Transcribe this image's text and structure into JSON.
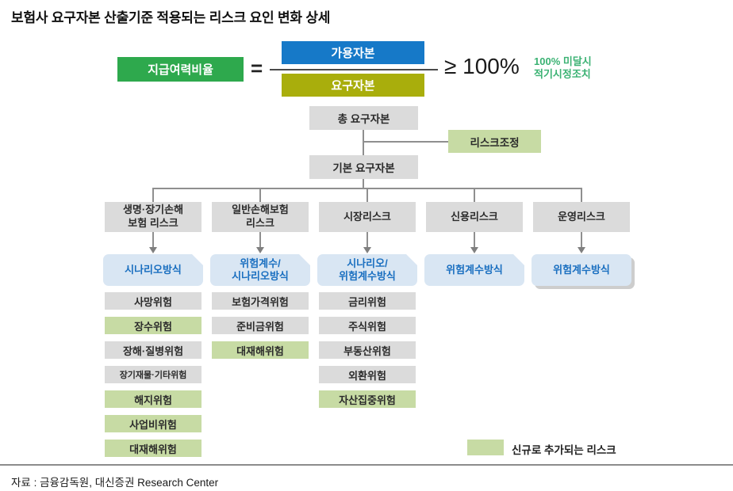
{
  "title": "보험사 요구자본 산출기준 적용되는 리스크 요인 변화 상세",
  "formula": {
    "solvency_ratio": "지급여력비율",
    "equals": "=",
    "numerator": "가용자본",
    "denominator": "요구자본",
    "threshold": "≥ 100%",
    "note_line1": "100% 미달시",
    "note_line2": "적기시정조치"
  },
  "tree": {
    "total_required": "총 요구자본",
    "risk_adjustment": "리스크조정",
    "basic_required": "기본 요구자본",
    "branches": [
      {
        "label_line1": "생명·장기손해",
        "label_line2": "보험 리스크",
        "method_line1": "시나리오방식",
        "items": [
          {
            "label": "사망위험",
            "new": false
          },
          {
            "label": "장수위험",
            "new": true
          },
          {
            "label": "장해·질병위험",
            "new": false
          },
          {
            "label": "장기재물·기타위험",
            "new": false
          },
          {
            "label": "해지위험",
            "new": true
          },
          {
            "label": "사업비위험",
            "new": true
          },
          {
            "label": "대재해위험",
            "new": true
          }
        ]
      },
      {
        "label_line1": "일반손해보험",
        "label_line2": "리스크",
        "method_line1": "위험계수/",
        "method_line2": "시나리오방식",
        "items": [
          {
            "label": "보험가격위험",
            "new": false
          },
          {
            "label": "준비금위험",
            "new": false
          },
          {
            "label": "대재해위험",
            "new": true
          }
        ]
      },
      {
        "label_line1": "시장리스크",
        "method_line1": "시나리오/",
        "method_line2": "위험계수방식",
        "items": [
          {
            "label": "금리위험",
            "new": false
          },
          {
            "label": "주식위험",
            "new": false
          },
          {
            "label": "부동산위험",
            "new": false
          },
          {
            "label": "외환위험",
            "new": false
          },
          {
            "label": "자산집중위험",
            "new": true
          }
        ]
      },
      {
        "label_line1": "신용리스크",
        "method_line1": "위험계수방식",
        "items": []
      },
      {
        "label_line1": "운영리스크",
        "method_line1": "위험계수방식",
        "items": []
      }
    ]
  },
  "legend": {
    "label": "신규로 추가되는 리스크",
    "swatch_color": "#C7DBA4"
  },
  "source": "자료 : 금융감독원, 대신증권 Research Center",
  "colors": {
    "solvency_green": "#2EA94D",
    "available_blue": "#1679C8",
    "required_olive": "#A9AE0C",
    "note_green": "#3BB273",
    "box_gray": "#DBDBDB",
    "new_risk_green": "#C7DBA4",
    "method_bg_blue": "#D9E6F3",
    "method_text_blue": "#1A6FC0"
  }
}
